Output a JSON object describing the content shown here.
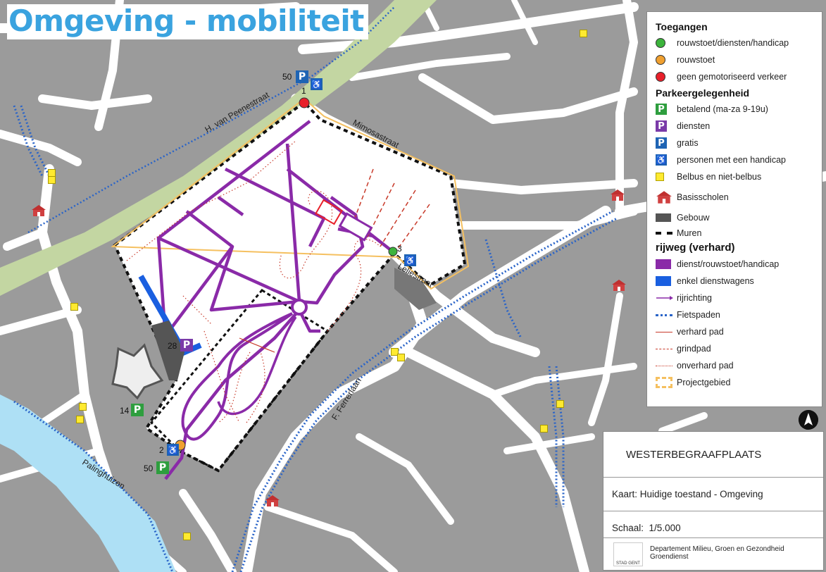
{
  "title": "Omgeving - mobiliteit",
  "legend": {
    "toegangen": {
      "heading": "Toegangen",
      "items": [
        {
          "label": "rouwstoet/diensten/handicap",
          "color": "#3cb43c"
        },
        {
          "label": "rouwstoet",
          "color": "#f0a030"
        },
        {
          "label": "geen gemotoriseerd verkeer",
          "color": "#e8202a"
        }
      ]
    },
    "parkeer": {
      "heading": "Parkeergelegenheid",
      "items": [
        {
          "label": "betalend (ma-za 9-19u)",
          "symbol": "P",
          "color": "#2e9e3e"
        },
        {
          "label": "diensten",
          "symbol": "P",
          "color": "#7a3aa8"
        },
        {
          "label": "gratis",
          "symbol": "P",
          "color": "#1e64b4"
        },
        {
          "label": "personen met een handicap",
          "symbol": "♿",
          "color": "#1e64b4"
        },
        {
          "label": "Belbus en niet-belbus",
          "color": "#ffea30"
        }
      ]
    },
    "basisscholen": "Basisscholen",
    "gebouw": "Gebouw",
    "muren": "Muren",
    "rijweg": {
      "heading": "rijweg (verhard)",
      "items": [
        {
          "label": "dienst/rouwstoet/handicap",
          "color": "#8a2aa8"
        },
        {
          "label": "enkel dienstwagens",
          "color": "#1a5fe0"
        },
        {
          "label": "rijrichting",
          "color": "#8a2aa8"
        },
        {
          "label": "Fietspaden",
          "color": "#2a64c8"
        },
        {
          "label": "verhard pad",
          "color": "#c83a2a"
        },
        {
          "label": "grindpad",
          "color": "#c83a2a"
        },
        {
          "label": "onverhard pad",
          "color": "#c83a2a"
        },
        {
          "label": "Projectgebied",
          "color": "#f5c060"
        }
      ]
    }
  },
  "titleblock": {
    "name": "WESTERBEGRAAFPLAATS",
    "kaart": "Kaart: Huidige toestand - Omgeving",
    "schaal_label": "Schaal:",
    "schaal_value": "1/5.000",
    "dept_line1": "Departement Milieu, Groen en Gezondheid",
    "dept_line2": "Groendienst",
    "logo_text": "STAD GENT"
  },
  "map": {
    "streets": [
      "H. van Peenestraat",
      "Mimosastraat",
      "Leliestraat",
      "F. Ferrerlaan",
      "Palinghuizen"
    ],
    "entrances": [
      {
        "number": "1",
        "type": "geen gemotoriseerd verkeer"
      },
      {
        "number": "2",
        "type": "rouwstoet"
      },
      {
        "number": "3",
        "type": "rouwstoet/diensten/handicap"
      }
    ],
    "parking": [
      {
        "count": "50",
        "kind": "gratis"
      },
      {
        "count": "28",
        "kind": "diensten"
      },
      {
        "count": "14",
        "kind": "betalend"
      },
      {
        "count": "50",
        "kind": "betalend"
      }
    ]
  },
  "colors": {
    "background": "#9b9b9b",
    "road": "#ffffff",
    "water": "#aee0f5",
    "greenstrip": "#c3d6a2",
    "cemetery": "#ffffff",
    "path_purple": "#8a2aa8",
    "path_blue": "#1a5fe0"
  }
}
